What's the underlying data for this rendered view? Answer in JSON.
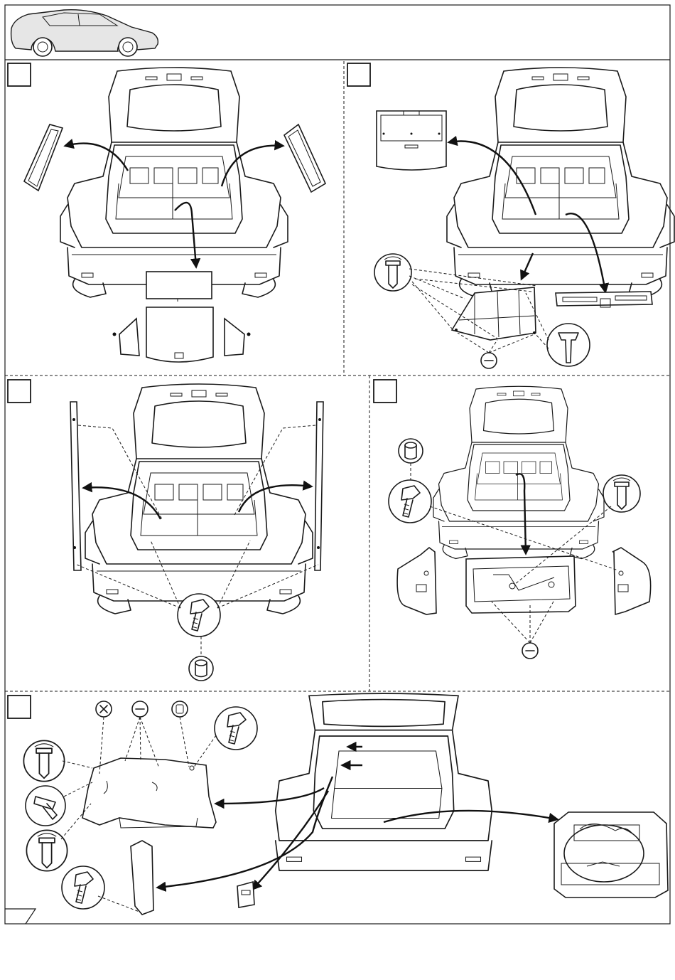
{
  "document": {
    "panels": [
      {
        "id": "step-1",
        "label": ""
      },
      {
        "id": "step-2",
        "label": ""
      },
      {
        "id": "step-3",
        "label": ""
      },
      {
        "id": "step-4",
        "label": ""
      },
      {
        "id": "step-5",
        "label": ""
      }
    ],
    "icons": {
      "car": "station-wagon-side-view",
      "clip": "push-clip-icon",
      "bolt": "bolt-icon",
      "nut": "nut-icon",
      "screwdriver": "flat-screwdriver-icon",
      "phillips": "phillips-screwdriver-icon"
    }
  }
}
